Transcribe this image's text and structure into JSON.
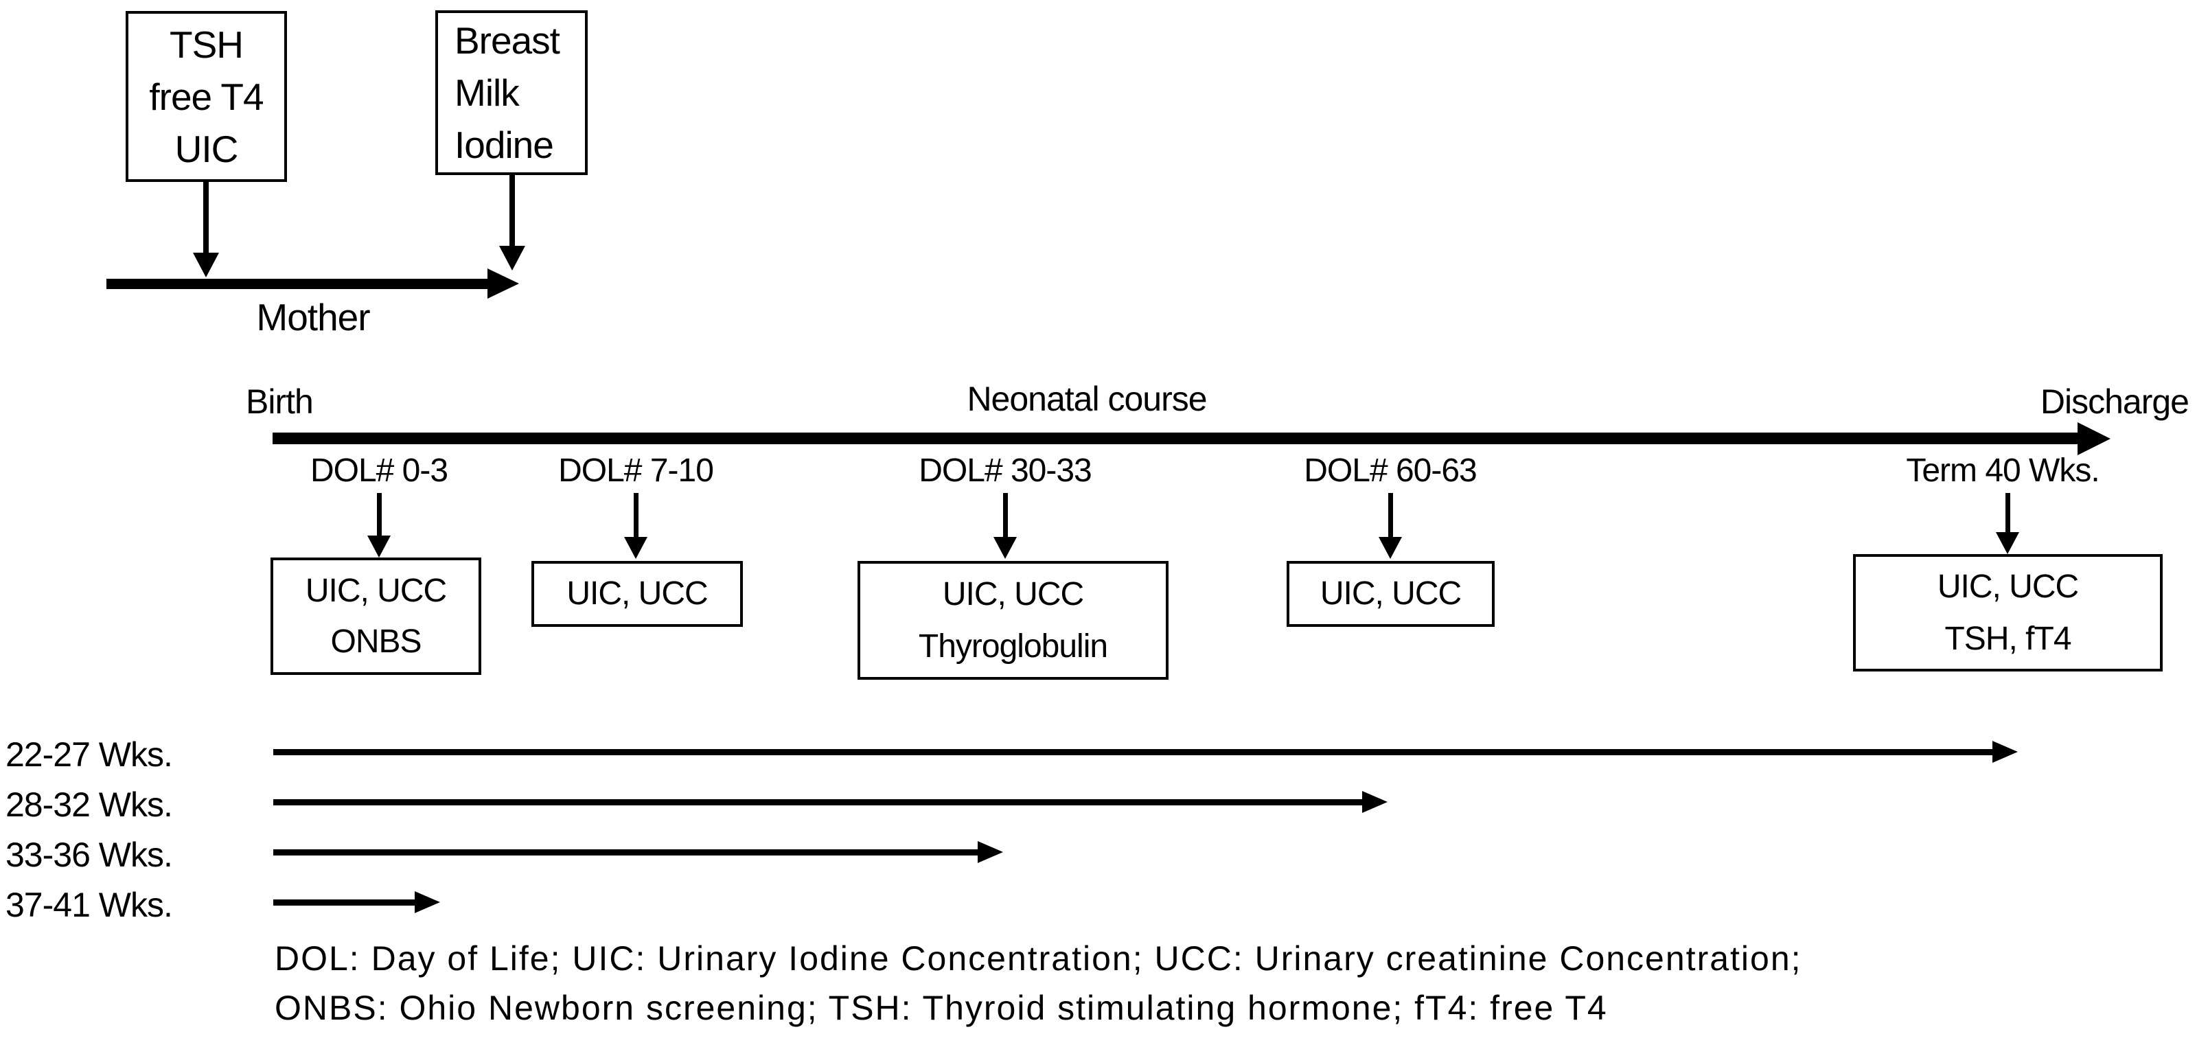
{
  "maternal": {
    "labs_box": {
      "lines": [
        "TSH",
        "free T4",
        "UIC"
      ]
    },
    "milk_box": {
      "lines": [
        "Breast",
        "Milk",
        "Iodine"
      ]
    },
    "timeline_label": "Mother"
  },
  "neonatal": {
    "start_label": "Birth",
    "course_label": "Neonatal course",
    "end_label": "Discharge",
    "events": [
      {
        "time_label": "DOL# 0-3",
        "tests": [
          "UIC, UCC",
          "ONBS"
        ]
      },
      {
        "time_label": "DOL# 7-10",
        "tests": [
          "UIC, UCC"
        ]
      },
      {
        "time_label": "DOL# 30-33",
        "tests": [
          "UIC, UCC",
          "Thyroglobulin"
        ]
      },
      {
        "time_label": "DOL# 60-63",
        "tests": [
          "UIC, UCC"
        ]
      },
      {
        "time_label": "Term 40 Wks.",
        "tests": [
          "UIC, UCC",
          "TSH, fT4"
        ]
      }
    ]
  },
  "gestational_age_groups": [
    {
      "label": "22-27 Wks."
    },
    {
      "label": "28-32 Wks."
    },
    {
      "label": "33-36 Wks."
    },
    {
      "label": "37-41 Wks."
    }
  ],
  "legend": {
    "line1": "DOL: Day of Life; UIC: Urinary Iodine Concentration; UCC: Urinary creatinine Concentration;",
    "line2": "ONBS: Ohio Newborn screening; TSH: Thyroid stimulating hormone; fT4: free T4"
  },
  "colors": {
    "ink": "#000000",
    "background": "#ffffff"
  }
}
